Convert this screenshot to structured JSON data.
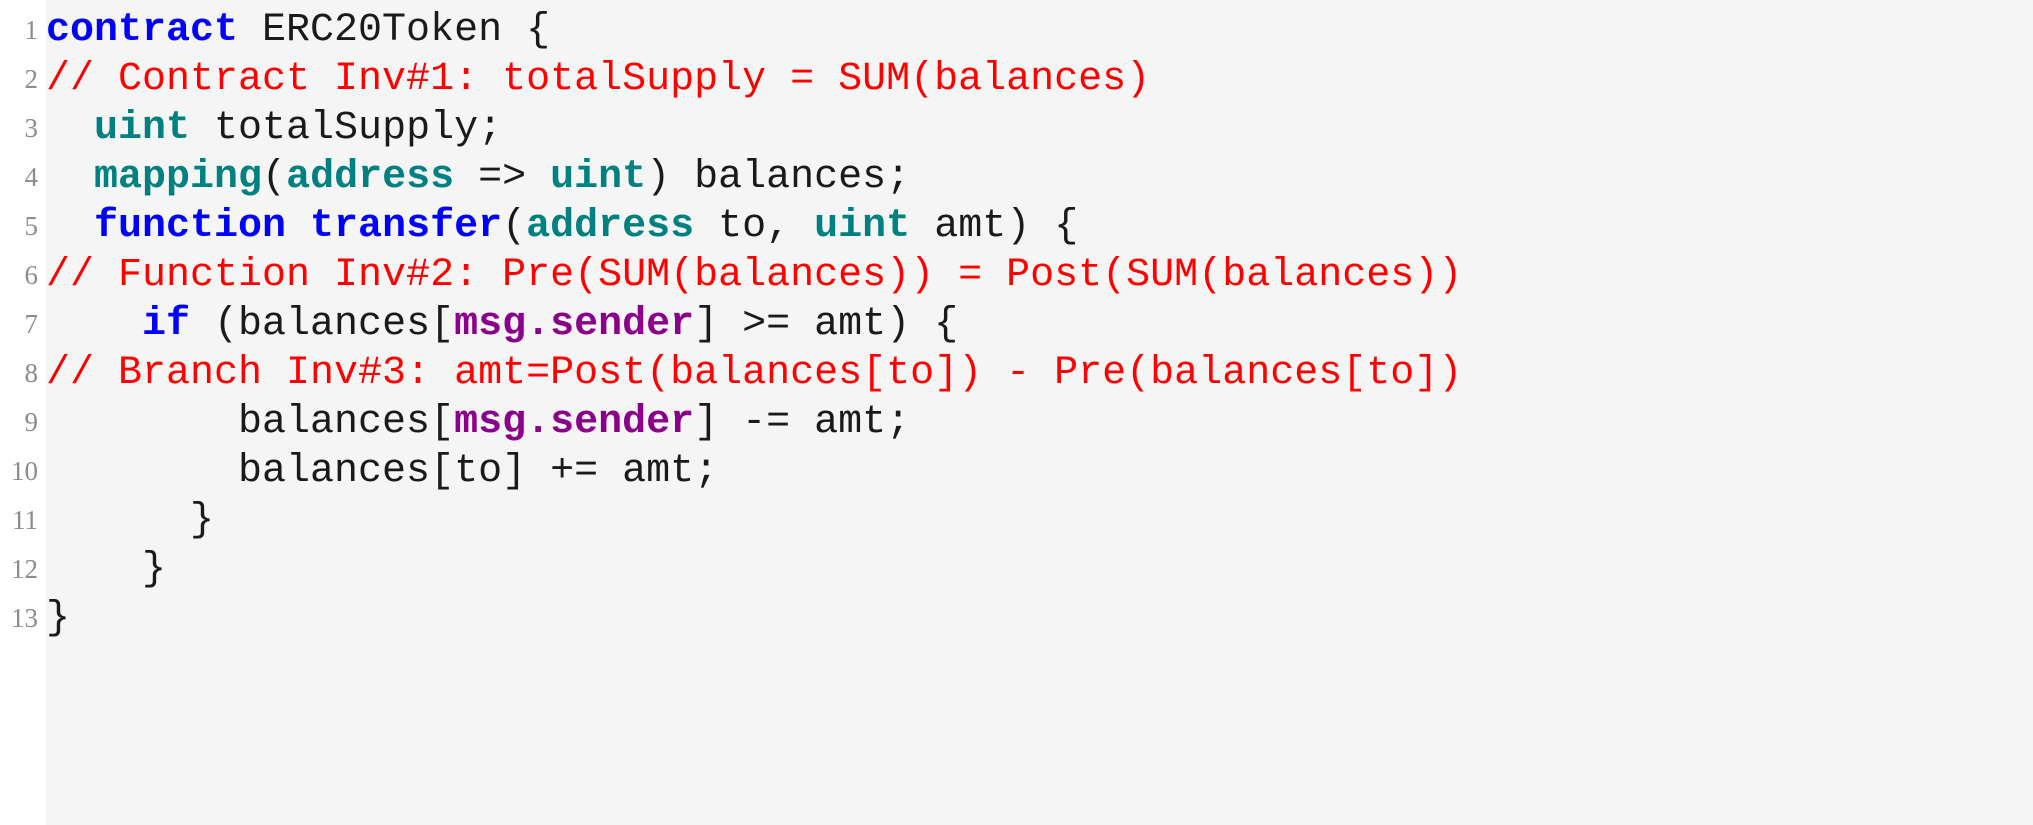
{
  "code_listing": {
    "language": "solidity",
    "background_color": "#f5f5f5",
    "gutter_color": "#ffffff",
    "line_number_color": "#8c8c8c",
    "token_colors": {
      "keyword": "#0000ff",
      "type": "#008080",
      "builtin": "#8b008b",
      "comment": "#ff0000",
      "plain": "#1a1a1a"
    },
    "lines": [
      {
        "number": "1",
        "plain_text": "contract ERC20Token {",
        "tokens": [
          {
            "t": "contract",
            "c": "kw"
          },
          {
            "t": " ERC20Token {",
            "c": "plain"
          }
        ]
      },
      {
        "number": "2",
        "plain_text": "// Contract Inv#1: totalSupply = SUM(balances)",
        "tokens": [
          {
            "t": "// Contract Inv#1: totalSupply = SUM(balances)",
            "c": "comment"
          }
        ]
      },
      {
        "number": "3",
        "plain_text": "  uint totalSupply;",
        "tokens": [
          {
            "t": "  ",
            "c": "plain"
          },
          {
            "t": "uint",
            "c": "type"
          },
          {
            "t": " totalSupply;",
            "c": "plain"
          }
        ]
      },
      {
        "number": "4",
        "plain_text": "  mapping(address => uint) balances;",
        "tokens": [
          {
            "t": "  ",
            "c": "plain"
          },
          {
            "t": "mapping",
            "c": "type"
          },
          {
            "t": "(",
            "c": "plain"
          },
          {
            "t": "address",
            "c": "type"
          },
          {
            "t": " => ",
            "c": "plain"
          },
          {
            "t": "uint",
            "c": "type"
          },
          {
            "t": ") balances;",
            "c": "plain"
          }
        ]
      },
      {
        "number": "5",
        "plain_text": "  function transfer(address to, uint amt) {",
        "tokens": [
          {
            "t": "  ",
            "c": "plain"
          },
          {
            "t": "function transfer",
            "c": "kw"
          },
          {
            "t": "(",
            "c": "plain"
          },
          {
            "t": "address",
            "c": "type"
          },
          {
            "t": " to, ",
            "c": "plain"
          },
          {
            "t": "uint",
            "c": "type"
          },
          {
            "t": " amt) {",
            "c": "plain"
          }
        ]
      },
      {
        "number": "6",
        "plain_text": "// Function Inv#2: Pre(SUM(balances)) = Post(SUM(balances))",
        "tokens": [
          {
            "t": "// Function Inv#2: Pre(SUM(balances)) = Post(SUM(balances))",
            "c": "comment"
          }
        ]
      },
      {
        "number": "7",
        "plain_text": "    if (balances[msg.sender] >= amt) {",
        "tokens": [
          {
            "t": "    ",
            "c": "plain"
          },
          {
            "t": "if",
            "c": "kw"
          },
          {
            "t": " (balances[",
            "c": "plain"
          },
          {
            "t": "msg.sender",
            "c": "builtin"
          },
          {
            "t": "] >= amt) {",
            "c": "plain"
          }
        ]
      },
      {
        "number": "8",
        "plain_text": "// Branch Inv#3: amt=Post(balances[to]) - Pre(balances[to])",
        "tokens": [
          {
            "t": "// Branch Inv#3: amt=Post(balances[to]) - Pre(balances[to])",
            "c": "comment"
          }
        ]
      },
      {
        "number": "9",
        "plain_text": "        balances[msg.sender] -= amt;",
        "tokens": [
          {
            "t": "        balances[",
            "c": "plain"
          },
          {
            "t": "msg.sender",
            "c": "builtin"
          },
          {
            "t": "] -= amt;",
            "c": "plain"
          }
        ]
      },
      {
        "number": "10",
        "plain_text": "        balances[to] += amt;",
        "tokens": [
          {
            "t": "        balances[to] += amt;",
            "c": "plain"
          }
        ]
      },
      {
        "number": "11",
        "plain_text": "      }",
        "tokens": [
          {
            "t": "      }",
            "c": "plain"
          }
        ]
      },
      {
        "number": "12",
        "plain_text": "    }",
        "tokens": [
          {
            "t": "    }",
            "c": "plain"
          }
        ]
      },
      {
        "number": "13",
        "plain_text": "}",
        "tokens": [
          {
            "t": "}",
            "c": "plain"
          }
        ]
      }
    ]
  }
}
